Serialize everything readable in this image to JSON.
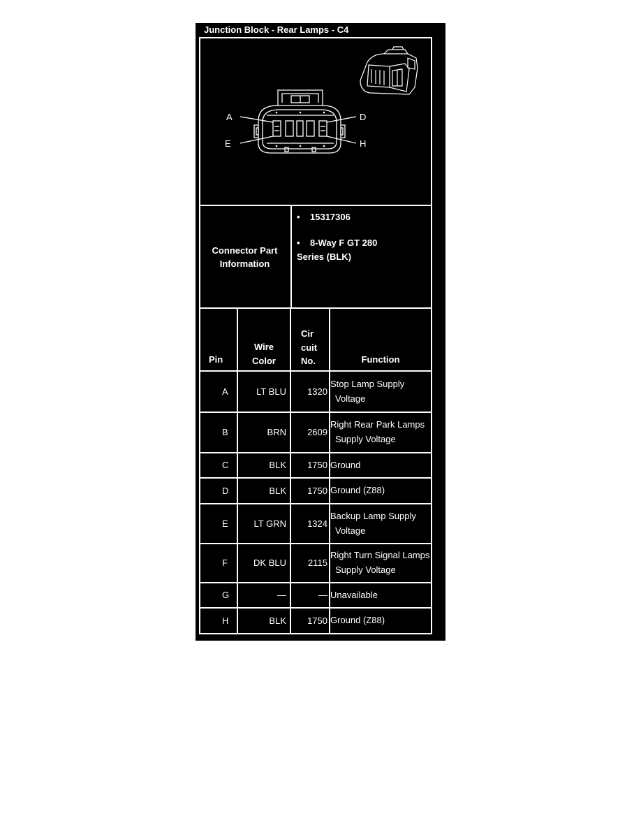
{
  "title": "Junction Block - Rear Lamps - C4",
  "connector_labels": {
    "a": "A",
    "d": "D",
    "e": "E",
    "h": "H"
  },
  "part_info": {
    "label_line1": "Connector Part",
    "label_line2": "Information",
    "bullet": "•",
    "part_number": "15317306",
    "description_line1": "8-Way F GT 280",
    "description_line2": "Series (BLK)"
  },
  "table": {
    "headers": {
      "pin": "Pin",
      "wire_line1": "Wire",
      "wire_line2": "Color",
      "circuit_line1": "Cir",
      "circuit_line2": "cuit",
      "circuit_line3": "No.",
      "function": "Function"
    },
    "rows": [
      {
        "pin": "A",
        "color": "LT BLU",
        "circuit": "1320",
        "function": [
          "Stop Lamp Supply",
          "Voltage"
        ]
      },
      {
        "pin": "B",
        "color": "BRN",
        "circuit": "2609",
        "function": [
          "Right Rear Park Lamps",
          "Supply Voltage"
        ]
      },
      {
        "pin": "C",
        "color": "BLK",
        "circuit": "1750",
        "function": [
          "Ground"
        ]
      },
      {
        "pin": "D",
        "color": "BLK",
        "circuit": "1750",
        "function": [
          "Ground (Z88)"
        ]
      },
      {
        "pin": "E",
        "color": "LT GRN",
        "circuit": "1324",
        "function": [
          "Backup Lamp Supply",
          "Voltage"
        ]
      },
      {
        "pin": "F",
        "color": "DK BLU",
        "circuit": "2115",
        "function": [
          "Right Turn Signal Lamps",
          "Supply Voltage"
        ]
      },
      {
        "pin": "G",
        "color": "—",
        "circuit": "—",
        "function": [
          "Unavailable"
        ]
      },
      {
        "pin": "H",
        "color": "BLK",
        "circuit": "1750",
        "function": [
          "Ground (Z88)"
        ]
      }
    ]
  }
}
